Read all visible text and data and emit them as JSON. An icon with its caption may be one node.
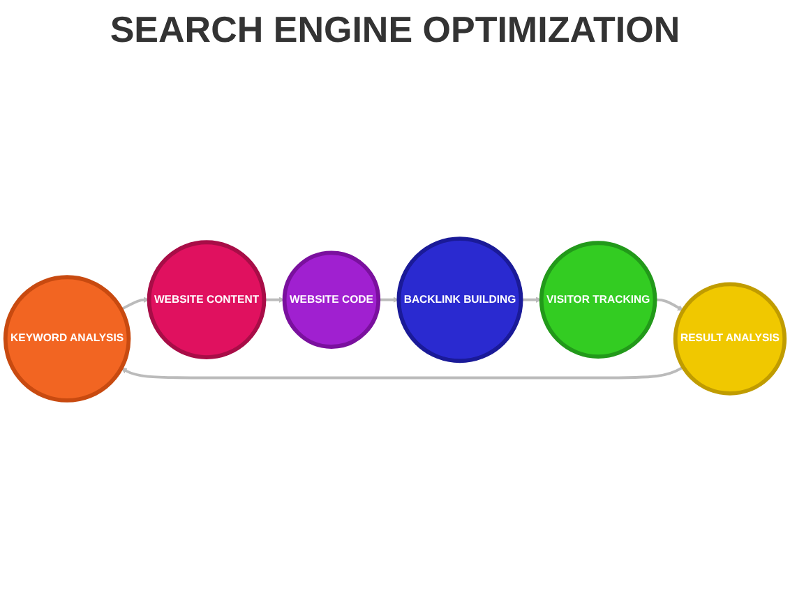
{
  "diagram": {
    "title": "SEARCH ENGINE OPTIMIZATION",
    "nodes": [
      {
        "text": [
          "KEYWORD ANALYSIS"
        ]
      },
      {
        "text": [
          "WEBSITE CONTENT"
        ]
      },
      {
        "text": [
          "WEBSITE CODE"
        ]
      },
      {
        "text": [
          "BACKLINK BUILDING"
        ]
      },
      {
        "text": [
          "VISITOR TRACKING"
        ]
      },
      {
        "text": [
          "RESULT ANALYSIS"
        ]
      }
    ],
    "edges": [
      {
        "from": 0,
        "to": 1,
        "arrow": "to"
      },
      {
        "from": 1,
        "to": 2,
        "arrow": "to"
      },
      {
        "from": 2,
        "to": 3,
        "arrow": "to"
      },
      {
        "from": 3,
        "to": 4,
        "arrow": "to"
      },
      {
        "from": 4,
        "to": 5,
        "arrow": "to"
      },
      {
        "from": 5,
        "to": 0,
        "arrow": "to"
      }
    ]
  }
}
